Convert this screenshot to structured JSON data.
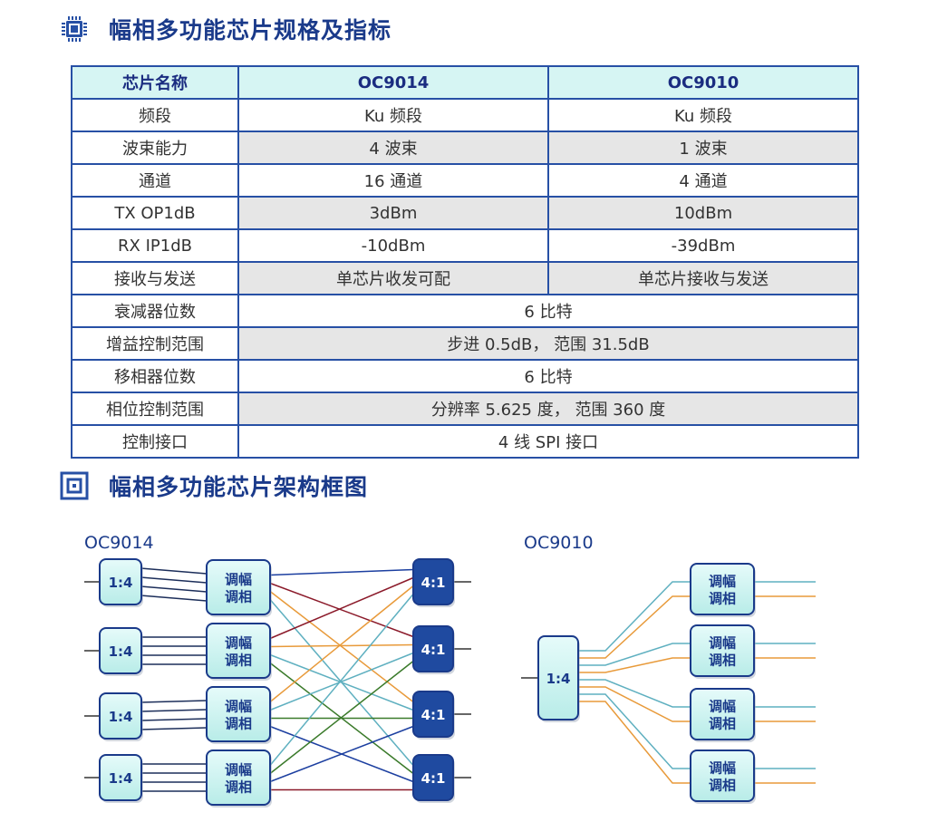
{
  "section1": {
    "title": "幅相多功能芯片规格及指标",
    "icon": "chip-icon"
  },
  "table": {
    "header": {
      "name": "芯片名称",
      "col1": "OC9014",
      "col2": "OC9010"
    },
    "rows": [
      {
        "label": "频段",
        "v1": "Ku 频段",
        "v2": "Ku 频段"
      },
      {
        "label": "波束能力",
        "v1": "4 波束",
        "v2": "1 波束"
      },
      {
        "label": "通道",
        "v1": "16 通道",
        "v2": "4 通道"
      },
      {
        "label": "TX OP1dB",
        "v1": "3dBm",
        "v2": "10dBm"
      },
      {
        "label": "RX IP1dB",
        "v1": "-10dBm",
        "v2": "-39dBm"
      },
      {
        "label": "接收与发送",
        "v1": "单芯片收发可配",
        "v2": "单芯片接收与发送"
      },
      {
        "label": "衰减器位数",
        "v": "6 比特"
      },
      {
        "label": "增益控制范围",
        "v": "步进 0.5dB， 范围 31.5dB"
      },
      {
        "label": "移相器位数",
        "v": "6 比特"
      },
      {
        "label": "相位控制范围",
        "v": "分辨率 5.625 度， 范围 360 度"
      },
      {
        "label": "控制接口",
        "v": "4 线 SPI 接口"
      }
    ]
  },
  "section2": {
    "title": "幅相多功能芯片架构框图",
    "icon": "block-diagram-icon"
  },
  "diagram": {
    "oc9014": {
      "label": "OC9014",
      "splitter_label": "1:4",
      "modulator_lines": [
        "调幅",
        "调相"
      ],
      "combiner_label": "4:1"
    },
    "oc9010": {
      "label": "OC9010",
      "splitter_label": "1:4",
      "modulator_lines": [
        "调幅",
        "调相"
      ]
    },
    "colors": {
      "accent": "#1a3a8a",
      "box_fill": "#d6f5f3",
      "combiner_fill": "#1f4aa0",
      "line_blue": "#1c3fa0",
      "line_brown": "#8b1a2a",
      "line_orange": "#e89a3a",
      "line_teal": "#5fb0c0",
      "line_green": "#3a7a2a"
    }
  }
}
